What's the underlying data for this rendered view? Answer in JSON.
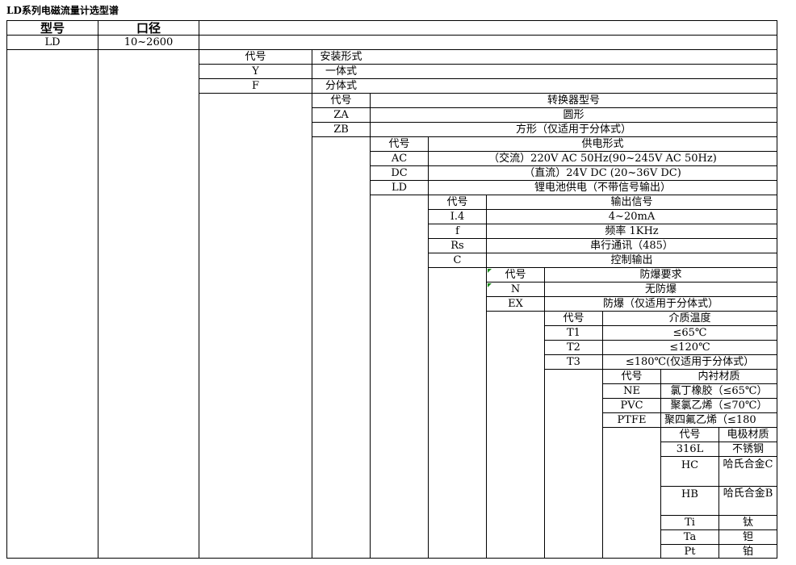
{
  "title": "LD系列电磁流量计选型谱",
  "header": {
    "model_label": "型号",
    "caliber_label": "口径",
    "model_value": "LD",
    "caliber_value": "10~2600"
  },
  "code_label": "代号",
  "install": {
    "heading": "安装形式",
    "rows": [
      [
        "Y",
        "一体式"
      ],
      [
        "F",
        "分体式"
      ]
    ]
  },
  "converter": {
    "heading": "转换器型号",
    "rows": [
      [
        "ZA",
        "圆形"
      ],
      [
        "ZB",
        "方形（仅适用于分体式）"
      ]
    ]
  },
  "power": {
    "heading": "供电形式",
    "rows": [
      [
        "AC",
        "（交流）220V AC 50Hz(90~245V AC 50Hz)"
      ],
      [
        "DC",
        "（直流）24V DC (20~36V DC)"
      ],
      [
        "LD",
        "锂电池供电（不带信号输出）"
      ]
    ]
  },
  "output": {
    "heading": "输出信号",
    "rows": [
      [
        "I.4",
        "4~20mA"
      ],
      [
        "f",
        "频率 1KHz"
      ],
      [
        "Rs",
        "串行通讯（485）"
      ],
      [
        "C",
        "控制输出"
      ]
    ]
  },
  "explosion": {
    "heading": "防爆要求",
    "rows": [
      [
        "N",
        "无防爆"
      ],
      [
        "EX",
        "防爆（仅适用于分体式）"
      ]
    ]
  },
  "temperature": {
    "heading": "介质温度",
    "rows": [
      [
        "T1",
        "≤65℃"
      ],
      [
        "T2",
        "≤120℃"
      ],
      [
        "T3",
        "≤180℃(仅适用于分体式）"
      ]
    ]
  },
  "lining": {
    "heading": "内衬材质",
    "rows": [
      [
        "NE",
        "氯丁橡胶（≤65℃）"
      ],
      [
        "PVC",
        "聚氯乙烯（≤70℃）"
      ],
      [
        "PTFE",
        "聚四氟乙烯（≤180"
      ]
    ]
  },
  "electrode": {
    "heading": "电极材质",
    "rows": [
      [
        "316L",
        "不锈钢"
      ],
      [
        "HC",
        "哈氏合金C"
      ],
      [
        "HB",
        "哈氏合金B"
      ],
      [
        "Ti",
        "钛"
      ],
      [
        "Ta",
        "钽"
      ],
      [
        "Pt",
        "铂"
      ]
    ]
  }
}
